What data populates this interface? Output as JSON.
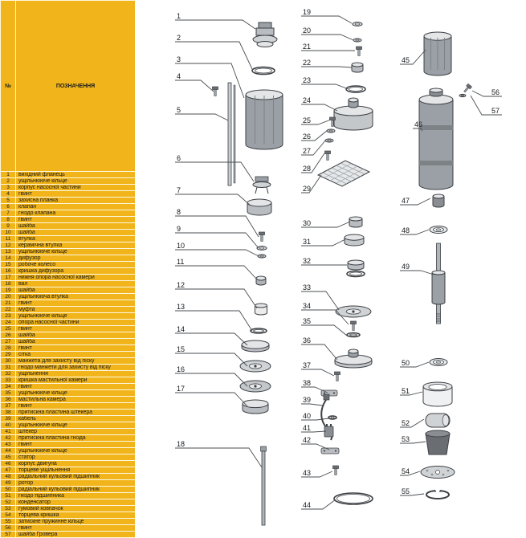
{
  "table": {
    "header": {
      "num": "№",
      "name": "ПОЗНАЧЕННЯ"
    },
    "rows": [
      {
        "num": "1",
        "name": "вихідний фланець"
      },
      {
        "num": "2",
        "name": "ущільнююче кільце"
      },
      {
        "num": "3",
        "name": "корпус насосної частини"
      },
      {
        "num": "4",
        "name": "гвинт"
      },
      {
        "num": "5",
        "name": "захисна планка"
      },
      {
        "num": "6",
        "name": "клапан"
      },
      {
        "num": "7",
        "name": "гніздо клапана"
      },
      {
        "num": "8",
        "name": "гвинт"
      },
      {
        "num": "9",
        "name": "шайба"
      },
      {
        "num": "10",
        "name": "шайба"
      },
      {
        "num": "11",
        "name": "втулка"
      },
      {
        "num": "12",
        "name": "керамічна втулка"
      },
      {
        "num": "13",
        "name": "ущільнююче кільце"
      },
      {
        "num": "14",
        "name": "дифузор"
      },
      {
        "num": "15",
        "name": "робоче колесо"
      },
      {
        "num": "16",
        "name": "кришка дифузора"
      },
      {
        "num": "17",
        "name": "нижня опора насосної камери"
      },
      {
        "num": "18",
        "name": "вал"
      },
      {
        "num": "19",
        "name": "шайба"
      },
      {
        "num": "20",
        "name": "ущільнююча втулка"
      },
      {
        "num": "21",
        "name": "гвинт"
      },
      {
        "num": "22",
        "name": "муфта"
      },
      {
        "num": "23",
        "name": "ущільнююче кільце"
      },
      {
        "num": "24",
        "name": "опора насосної частини"
      },
      {
        "num": "25",
        "name": "гвинт"
      },
      {
        "num": "26",
        "name": "шайба"
      },
      {
        "num": "27",
        "name": "шайба"
      },
      {
        "num": "28",
        "name": "гвинт"
      },
      {
        "num": "29",
        "name": "сітка"
      },
      {
        "num": "30",
        "name": "манжета для захисту від піску"
      },
      {
        "num": "31",
        "name": "гніздо манжети для захисту від піску"
      },
      {
        "num": "32",
        "name": "ущільнення"
      },
      {
        "num": "33",
        "name": "кришка мастильної камери"
      },
      {
        "num": "34",
        "name": "гвинт"
      },
      {
        "num": "35",
        "name": "ущільнююче кільце"
      },
      {
        "num": "36",
        "name": "мастильна камера"
      },
      {
        "num": "37",
        "name": "гвинт"
      },
      {
        "num": "38",
        "name": "притискна пластина штекера"
      },
      {
        "num": "39",
        "name": "кабель"
      },
      {
        "num": "40",
        "name": "ущільнююче кільце"
      },
      {
        "num": "41",
        "name": "штекер"
      },
      {
        "num": "42",
        "name": "притискна пластина гнізда"
      },
      {
        "num": "43",
        "name": "гвинт"
      },
      {
        "num": "44",
        "name": "ущільнююче кільце"
      },
      {
        "num": "45",
        "name": "статор"
      },
      {
        "num": "46",
        "name": "корпус двигуна"
      },
      {
        "num": "47",
        "name": "торцеве ущільнення"
      },
      {
        "num": "48",
        "name": "радіальний кульовий підшипник"
      },
      {
        "num": "49",
        "name": "ротор"
      },
      {
        "num": "50",
        "name": "радіальний кульовий підшипник"
      },
      {
        "num": "51",
        "name": "гніздо підшипника"
      },
      {
        "num": "52",
        "name": "конденсатор"
      },
      {
        "num": "53",
        "name": "гумовий ковпачок"
      },
      {
        "num": "54",
        "name": "торцева кришка"
      },
      {
        "num": "55",
        "name": "затискне пружинне кільце"
      },
      {
        "num": "56",
        "name": "гвинт"
      },
      {
        "num": "57",
        "name": "шайба Гровера"
      }
    ]
  },
  "colors": {
    "table_bg": "#f1b51b",
    "table_grid": "#fdf7e0",
    "text": "#1c1c1c",
    "diagram_bg": "#ffffff",
    "line_color": "#4a4e52"
  }
}
